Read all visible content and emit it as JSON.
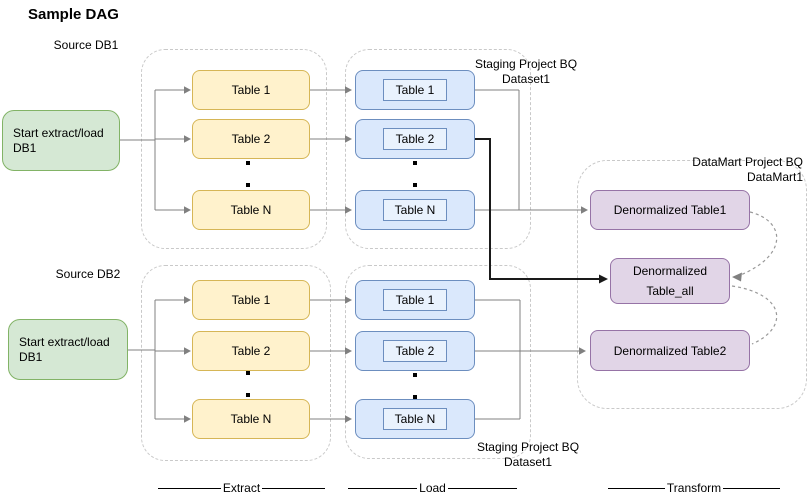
{
  "title": "Sample DAG",
  "colors": {
    "start_fill": "#d5e8d4",
    "start_stroke": "#82b366",
    "extract_fill": "#fff2cc",
    "extract_stroke": "#d6b656",
    "load_fill": "#dae8fc",
    "load_inner_fill": "#e9f2fd",
    "load_stroke": "#6c8ebf",
    "mart_fill": "#e1d5e7",
    "mart_stroke": "#9673a6",
    "connector": "#808080",
    "connector_emphasis": "#1a1a1a",
    "arc_dashed": "#999999",
    "group_border": "#c9c9c9"
  },
  "pipelines": [
    {
      "source_label": "Source DB1",
      "start_node": "Start extract/load DB1",
      "extract_tables": [
        "Table 1",
        "Table 2",
        "Table N"
      ],
      "load_tables": [
        "Table 1",
        "Table 2",
        "Table N"
      ],
      "staging_label": "Staging Project BQ Dataset1"
    },
    {
      "source_label": "Source DB2",
      "start_node": "Start extract/load DB1",
      "extract_tables": [
        "Table 1",
        "Table 2",
        "Table N"
      ],
      "load_tables": [
        "Table 1",
        "Table 2",
        "Table N"
      ],
      "staging_label": "Staging Project BQ Dataset1"
    }
  ],
  "datamart": {
    "label": "DataMart Project BQ DataMart1",
    "nodes": [
      "Denormalized Table1",
      "Denormalized Table_all",
      "Denormalized Table2"
    ]
  },
  "legend": [
    "Extract",
    "Load",
    "Transform"
  ]
}
